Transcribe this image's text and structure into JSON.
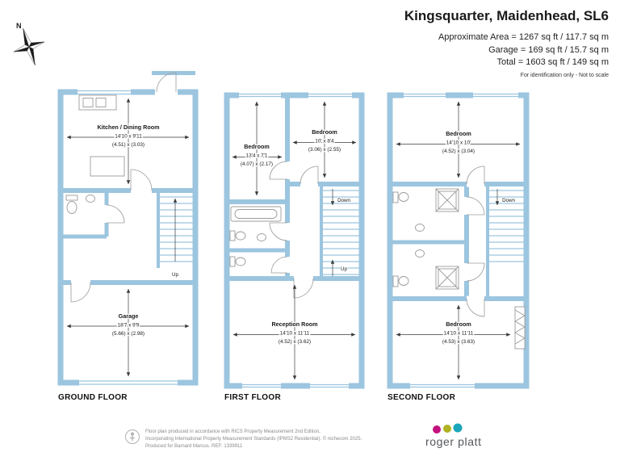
{
  "header": {
    "title": "Kingsquarter, Maidenhead, SL6",
    "area_line_1": "Approximate Area = 1267 sq ft / 117.7 sq m",
    "area_line_2": "Garage = 169 sq ft / 15.7 sq m",
    "area_line_3": "Total = 1603 sq ft / 149 sq m",
    "note": "For identification only - Not to scale"
  },
  "compass": {
    "north_label": "N"
  },
  "floors": [
    {
      "label": "GROUND FLOOR",
      "rooms": [
        {
          "name": "Kitchen / Dining Room",
          "imperial": "14'10 x 9'11",
          "metric": "(4.51) x (3.03)"
        },
        {
          "name": "Garage",
          "imperial": "18'7 x 9'9",
          "metric": "(5.66) x (2.98)"
        }
      ],
      "stairs": {
        "up": "Up"
      }
    },
    {
      "label": "FIRST FLOOR",
      "rooms": [
        {
          "name": "Bedroom",
          "imperial": "13'4 x 7'1",
          "metric": "(4.07) x (2.17)"
        },
        {
          "name": "Bedroom",
          "imperial": "10' x 8'4",
          "metric": "(3.06) x (2.55)"
        },
        {
          "name": "Reception Room",
          "imperial": "14'10 x 11'11",
          "metric": "(4.52) x (3.62)"
        }
      ],
      "stairs": {
        "down": "Down",
        "up": "Up"
      }
    },
    {
      "label": "SECOND FLOOR",
      "rooms": [
        {
          "name": "Bedroom",
          "imperial": "14'10 x 10'",
          "metric": "(4.52) x (3.04)"
        },
        {
          "name": "Bedroom",
          "imperial": "14'10 x 11'11",
          "metric": "(4.53) x (3.63)"
        }
      ],
      "stairs": {
        "down": "Down"
      }
    }
  ],
  "footer": {
    "disclaimer_line_1": "Floor plan produced in accordance with RICS Property Measurement 2nd Edition,",
    "disclaimer_line_2": "Incorporating International Property Measurement Standards (IPMS2 Residential).  © nichecom 2025.",
    "disclaimer_line_3": "Produced for Barnard Marcus.  REF: 1339911",
    "brand": "roger platt"
  },
  "colors": {
    "wall": "#9CC5DF",
    "brand_dot_1": "#C2117E",
    "brand_dot_2": "#AEB223",
    "brand_dot_3": "#1BA6BA"
  }
}
